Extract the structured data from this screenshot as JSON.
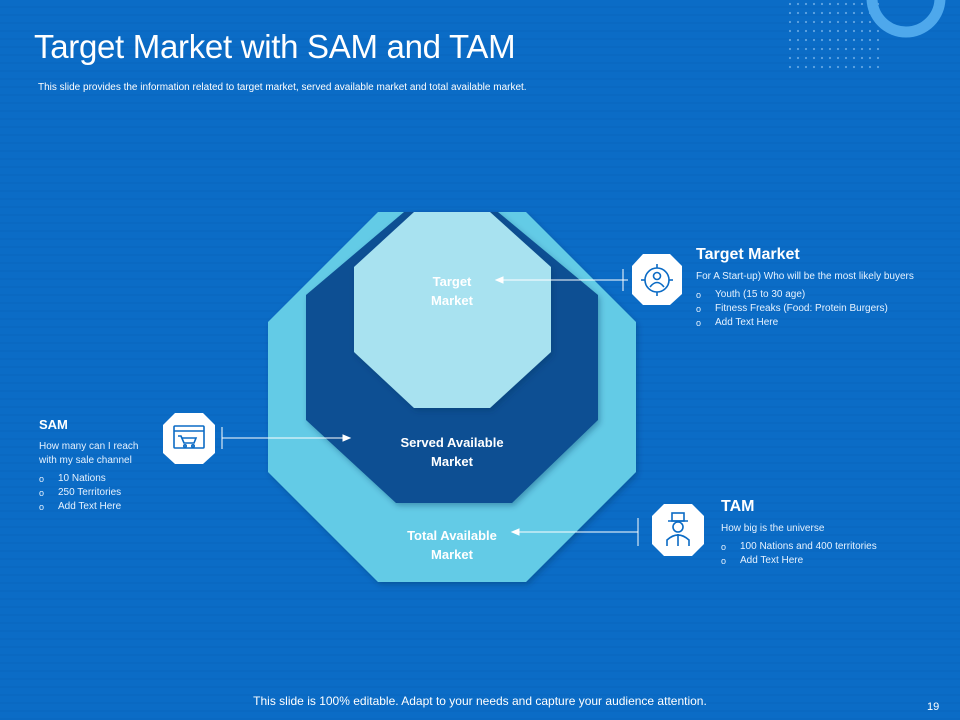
{
  "header": {
    "title": "Target Market with SAM and TAM",
    "subtitle": "This slide provides the information related to target market, served available market and total available market."
  },
  "diagram": {
    "outer_label": "Total Available Market",
    "middle_label": "Served Available Market",
    "inner_label": "Target Market",
    "colors": {
      "outer": "#63cbe6",
      "middle": "#0a4f93",
      "inner": "#a8e2f0"
    }
  },
  "target_panel": {
    "title": "Target Market",
    "description": "For A Start-up) Who will be the most likely buyers",
    "items": [
      "Youth (15 to 30 age)",
      "Fitness Freaks (Food: Protein Burgers)",
      "Add Text Here"
    ],
    "icon": "target-user-icon"
  },
  "sam_panel": {
    "title": "SAM",
    "description": "How many can I reach with my sale channel",
    "items": [
      "10 Nations",
      "250 Territories",
      "Add Text Here"
    ],
    "icon": "shopping-cart-browser-icon"
  },
  "tam_panel": {
    "title": "TAM",
    "description": "How big is the universe",
    "items": [
      "100 Nations and 400 territories",
      "Add Text Here"
    ],
    "icon": "person-top-hat-icon"
  },
  "footer": {
    "note": "This slide is 100% editable. Adapt to your needs and capture your audience attention.",
    "page": "19"
  }
}
